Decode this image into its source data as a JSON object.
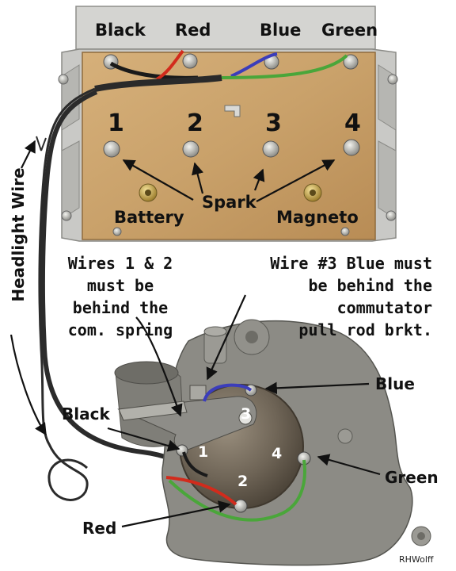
{
  "coil_box": {
    "wire_labels": [
      "Black",
      "Red",
      "Blue",
      "Green"
    ],
    "terminal_numbers": [
      "1",
      "2",
      "3",
      "4"
    ],
    "spark_label": "Spark",
    "battery_label": "Battery",
    "magneto_label": "Magneto"
  },
  "side_label": "Headlight Wire",
  "notes": {
    "left": [
      "Wires 1 & 2",
      "must be",
      "behind the",
      "com. spring"
    ],
    "right": [
      "Wire #3 Blue must",
      "be behind the",
      "commutator",
      "pull rod brkt."
    ]
  },
  "timer": {
    "labels": {
      "black": "Black",
      "blue": "Blue",
      "green": "Green",
      "red": "Red"
    },
    "hub_numbers": [
      "1",
      "2",
      "3",
      "4"
    ]
  },
  "signature": "RHWolff",
  "colors": {
    "wood": "#c9a16a",
    "metal_frame": "#c9c9c6",
    "casting": "#8c8b85",
    "hub": "#6e6456",
    "wire_black": "#1a1a1a",
    "wire_red": "#d22b1c",
    "wire_blue": "#3b3dbb",
    "wire_green": "#4aa63a"
  }
}
